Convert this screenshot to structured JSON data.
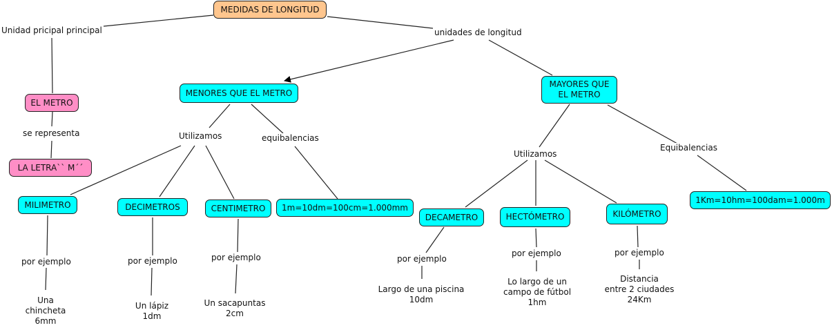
{
  "root": {
    "label": "MEDIDAS DE LONGITUD",
    "color": "#ffc68e"
  },
  "left_link": "Unidad pricipal principal",
  "right_link": "unidades de longitud",
  "metro": {
    "label": "EL METRO",
    "link": "se representa",
    "letter": "LA LETRA`` M´´",
    "color": "#ff8ec6"
  },
  "menores": {
    "label": "MENORES QUE EL METRO",
    "link_use": "Utilizamos",
    "link_eq": "equibalencias",
    "equivalence": "1m=10dm=100cm=1.000mm",
    "units": [
      {
        "label": "MILIMETRO",
        "link": "por ejemplo",
        "example": "Una\nchincheta\n6mm"
      },
      {
        "label": "DECIMETROS",
        "link": "por ejemplo",
        "example": "Un lápiz\n1dm"
      },
      {
        "label": "CENTIMETRO",
        "link": "por ejemplo",
        "example": "Un sacapuntas\n2cm"
      }
    ]
  },
  "mayores": {
    "label": "MAYORES QUE\nEL METRO",
    "link_use": "Utilizamos",
    "link_eq": "Equibalencias",
    "equivalence": "1Km=10hm=100dam=1.000m",
    "units": [
      {
        "label": "DECAMETRO",
        "link": "por ejemplo",
        "example": "Largo de una piscina\n10dm"
      },
      {
        "label": "HECTÓMETRO",
        "link": "por ejemplo",
        "example": "Lo largo de un\ncampo de fútbol\n1hm"
      },
      {
        "label": "KILÓMETRO",
        "link": "por ejemplo",
        "example": "Distancia\nentre 2 ciudades\n24Km"
      }
    ]
  },
  "colors": {
    "unit_box": "#00ffff",
    "line": "#222222"
  }
}
